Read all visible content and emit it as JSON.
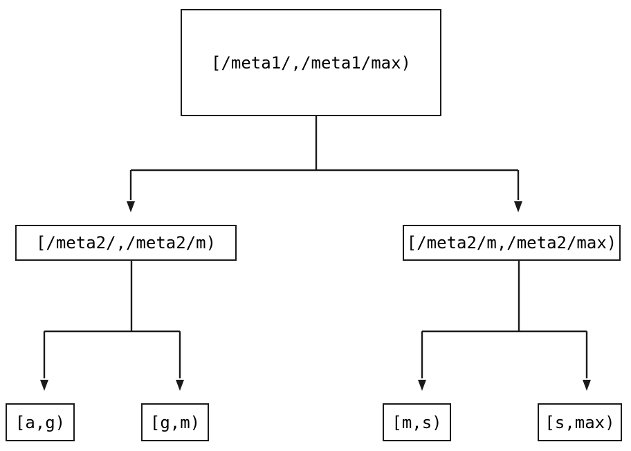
{
  "diagram": {
    "type": "binary-interval-tree",
    "background_color": "#ffffff",
    "line_color": "#1a1a1a",
    "text_color": "#000000",
    "nodes": {
      "root": {
        "label": "[/meta1/,/meta1/max)",
        "level": 1
      },
      "meta2_low": {
        "label": "[/meta2/,/meta2/m)",
        "level": 2
      },
      "meta2_high": {
        "label": "[/meta2/m,/meta2/max)",
        "level": 2
      },
      "leaf_a_g": {
        "label": "[a,g)",
        "level": 3
      },
      "leaf_g_m": {
        "label": "[g,m)",
        "level": 3
      },
      "leaf_m_s": {
        "label": "[m,s)",
        "level": 3
      },
      "leaf_s_max": {
        "label": "[s,max)",
        "level": 3
      }
    },
    "edges": [
      {
        "from": "[/meta1/,/meta1/max)",
        "to": "[/meta2/,/meta2/m)"
      },
      {
        "from": "[/meta1/,/meta1/max)",
        "to": "[/meta2/m,/meta2/max)"
      },
      {
        "from": "[/meta2/,/meta2/m)",
        "to": "[a,g)"
      },
      {
        "from": "[/meta2/,/meta2/m)",
        "to": "[g,m)"
      },
      {
        "from": "[/meta2/m,/meta2/max)",
        "to": "[m,s)"
      },
      {
        "from": "[/meta2/m,/meta2/max)",
        "to": "[s,max)"
      }
    ]
  }
}
